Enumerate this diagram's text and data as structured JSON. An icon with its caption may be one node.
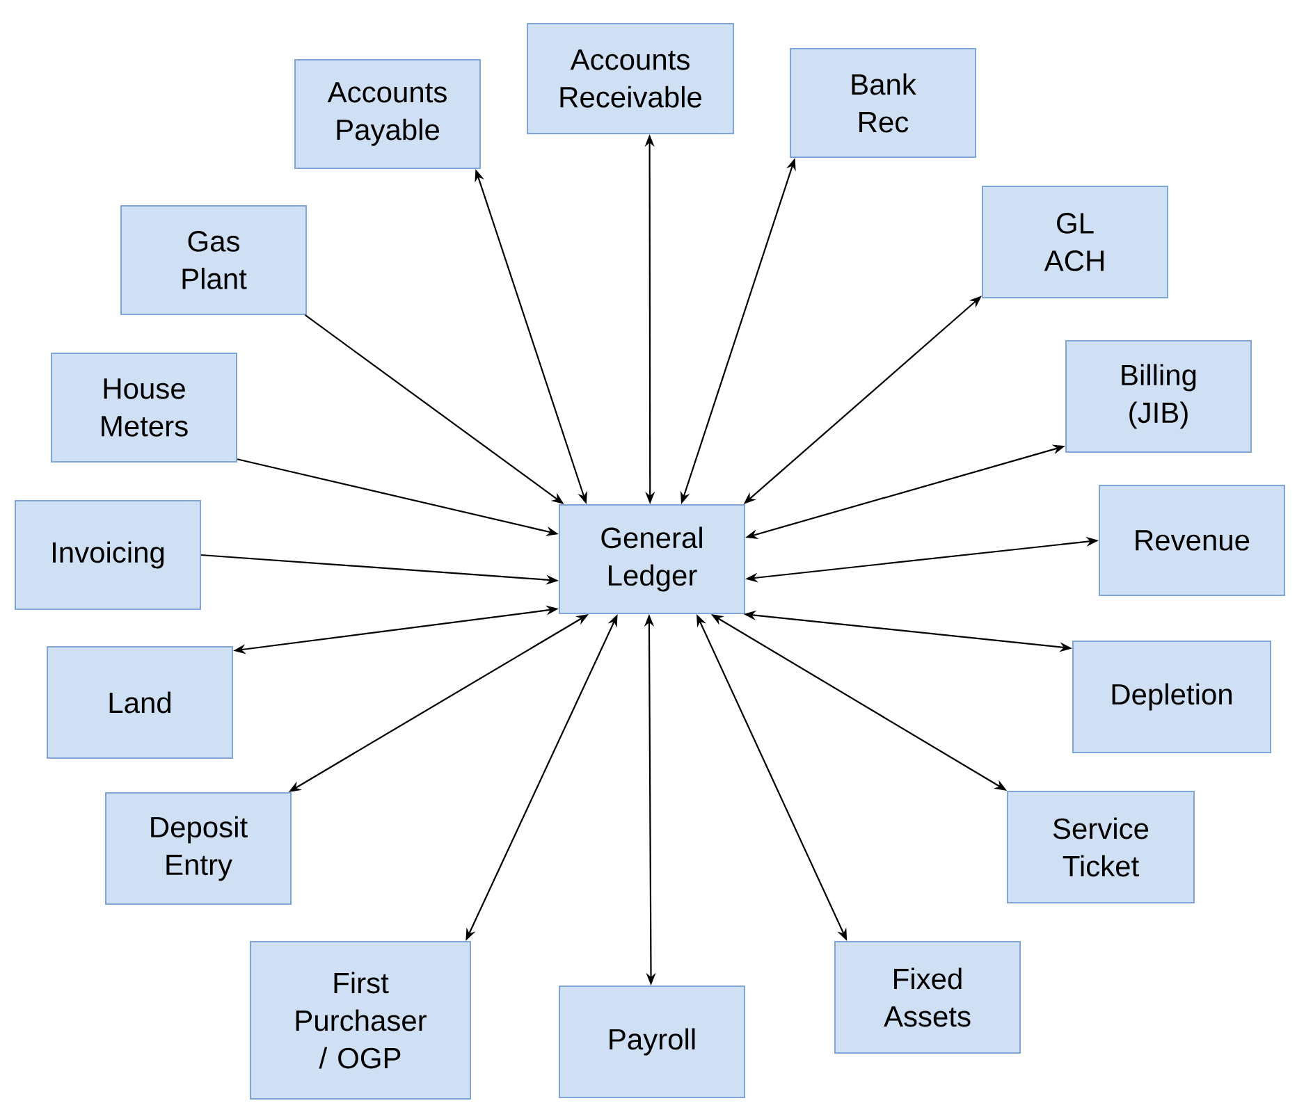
{
  "diagram": {
    "nodes": [
      {
        "text": [
          "General Ledger"
        ]
      },
      {
        "text": [
          "Accounts Payable"
        ]
      },
      {
        "text": [
          "Accounts Receivable"
        ]
      },
      {
        "text": [
          "Bank Rec"
        ]
      },
      {
        "text": [
          "GL ACH"
        ]
      },
      {
        "text": [
          "Billing (JIB)"
        ]
      },
      {
        "text": [
          "Revenue"
        ]
      },
      {
        "text": [
          "Depletion"
        ]
      },
      {
        "text": [
          "Service Ticket"
        ]
      },
      {
        "text": [
          "Fixed Assets"
        ]
      },
      {
        "text": [
          "Payroll"
        ]
      },
      {
        "text": [
          "First Purchaser / OGP"
        ]
      },
      {
        "text": [
          "Deposit Entry"
        ]
      },
      {
        "text": [
          "Land"
        ]
      },
      {
        "text": [
          "Invoicing"
        ]
      },
      {
        "text": [
          "House Meters"
        ]
      },
      {
        "text": [
          "Gas Plant"
        ]
      }
    ],
    "edges": [
      {
        "from": 1,
        "to": 0,
        "arrow": "both"
      },
      {
        "from": 2,
        "to": 0,
        "arrow": "both"
      },
      {
        "from": 3,
        "to": 0,
        "arrow": "both"
      },
      {
        "from": 4,
        "to": 0,
        "arrow": "both"
      },
      {
        "from": 5,
        "to": 0,
        "arrow": "both"
      },
      {
        "from": 6,
        "to": 0,
        "arrow": "both"
      },
      {
        "from": 7,
        "to": 0,
        "arrow": "both"
      },
      {
        "from": 8,
        "to": 0,
        "arrow": "both"
      },
      {
        "from": 9,
        "to": 0,
        "arrow": "both"
      },
      {
        "from": 10,
        "to": 0,
        "arrow": "both"
      },
      {
        "from": 11,
        "to": 0,
        "arrow": "both"
      },
      {
        "from": 12,
        "to": 0,
        "arrow": "both"
      },
      {
        "from": 13,
        "to": 0,
        "arrow": "both"
      },
      {
        "from": 14,
        "to": 0,
        "arrow": "to"
      },
      {
        "from": 15,
        "to": 0,
        "arrow": "to"
      },
      {
        "from": 16,
        "to": 0,
        "arrow": "to"
      }
    ]
  }
}
